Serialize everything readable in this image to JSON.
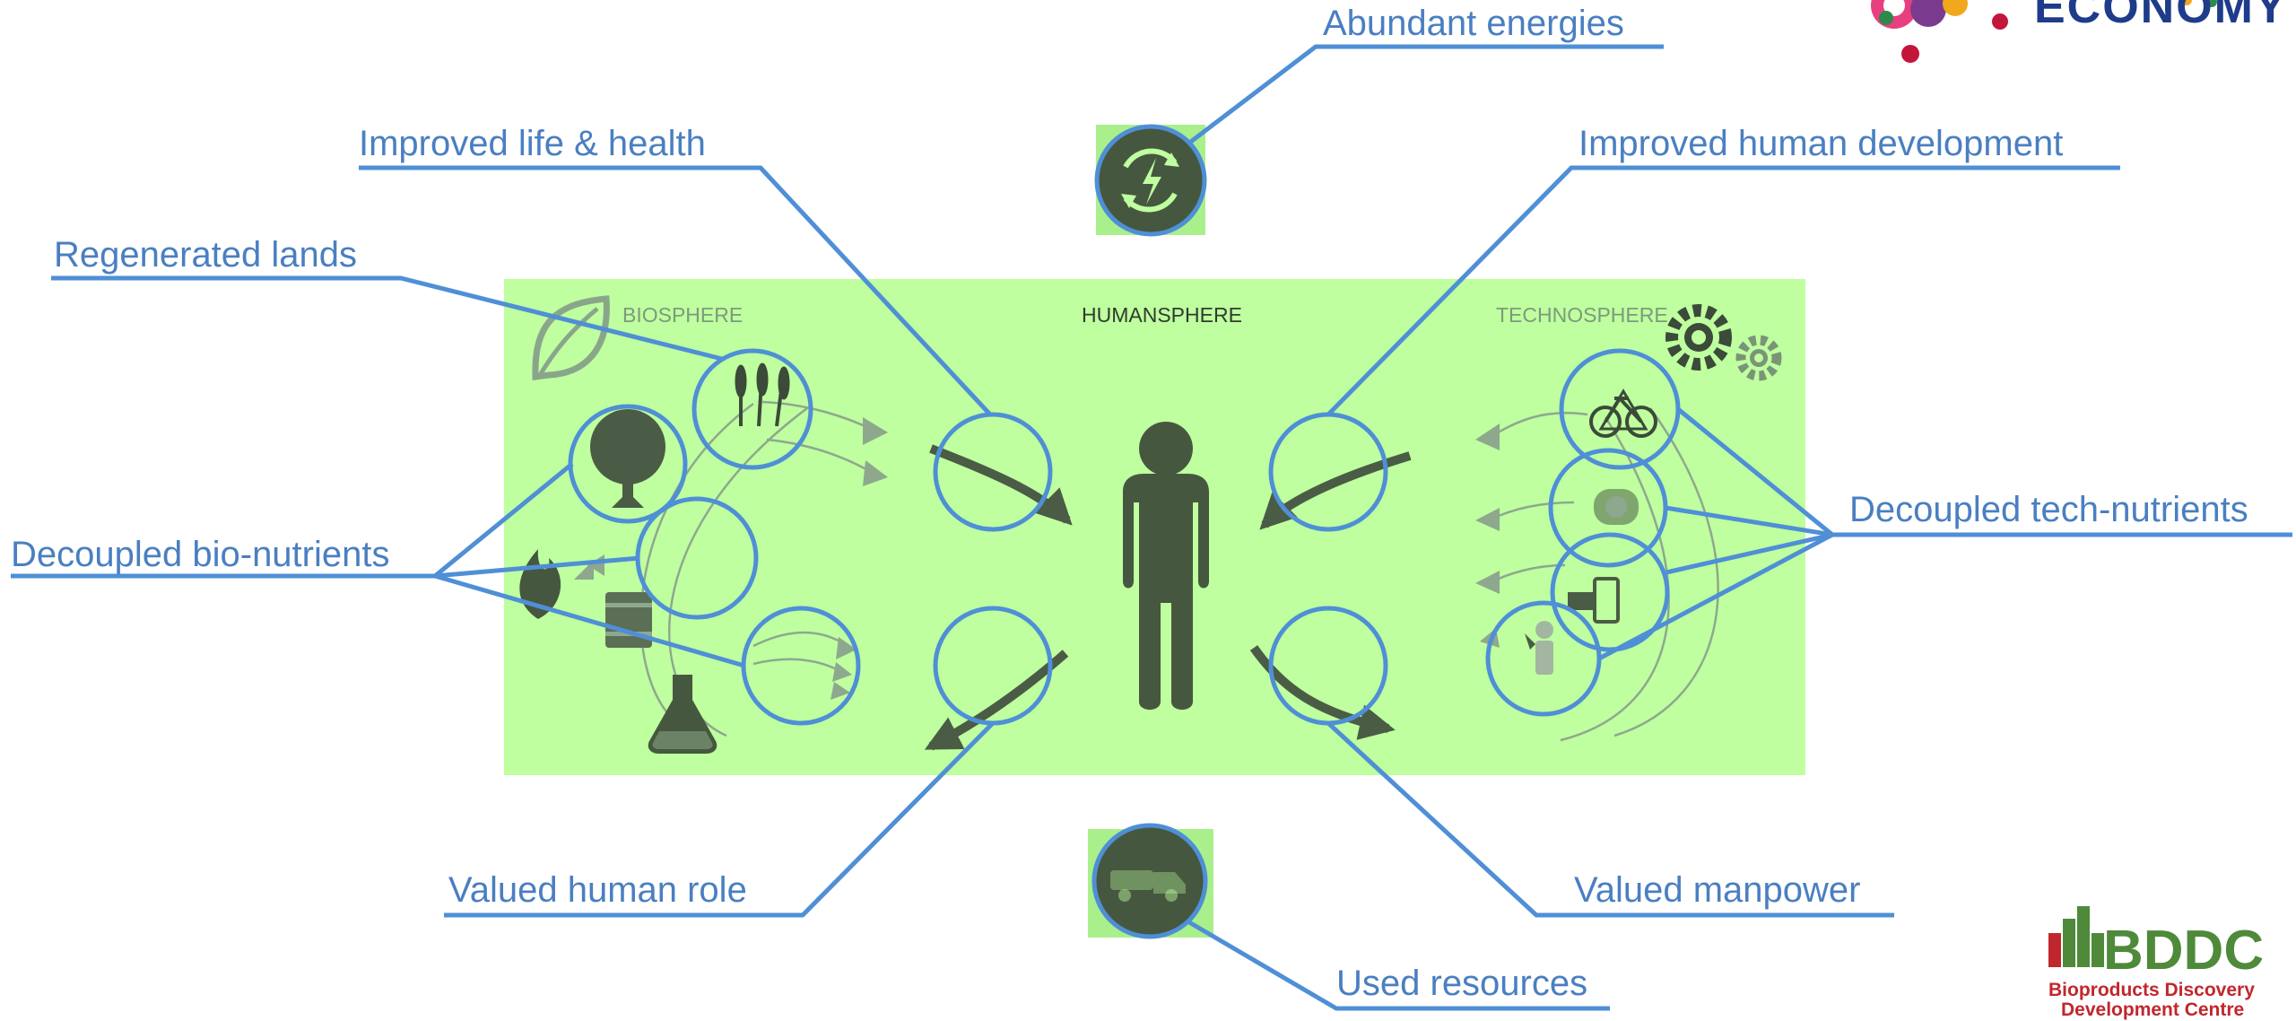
{
  "colors": {
    "panel": "#bfff9f",
    "callout": "#4f8fd6",
    "label_text": "#4a7fc1",
    "icon_dark": "#4a5c45",
    "zone_faint": "#7c9a7c",
    "zone_dark": "#2f3b2f",
    "bddc_green": "#4e8a3a",
    "bddc_red": "#c0272d"
  },
  "zones": {
    "biosphere": "BIOSPHERE",
    "humansphere": "HUMANSPHERE",
    "technosphere": "TECHNOSPHERE"
  },
  "callouts": {
    "abundant_energies": "Abundant energies",
    "improved_life_health": "Improved life & health",
    "improved_human_development": "Improved human development",
    "regenerated_lands": "Regenerated lands",
    "decoupled_bio_nutrients": "Decoupled bio-nutrients",
    "decoupled_tech_nutrients": "Decoupled tech-nutrients",
    "valued_human_role": "Valued human role",
    "valued_manpower": "Valued manpower",
    "used_resources": "Used resources"
  },
  "logos": {
    "economy_text": "ECONOMY",
    "bddc_name": "BDDC",
    "bddc_tagline_1": "Bioproducts Discovery",
    "bddc_tagline_2": "Development Centre"
  },
  "icons": [
    "biosphere-leaf-icon",
    "gears-icon",
    "energy-cycle-icon",
    "truck-icon",
    "human-figure-icon",
    "tree-icon",
    "wheat-icon",
    "flame-icon",
    "barrel-icon",
    "flask-icon",
    "bicycle-icon",
    "recycle-icon",
    "electronics-icon",
    "worker-icon"
  ]
}
